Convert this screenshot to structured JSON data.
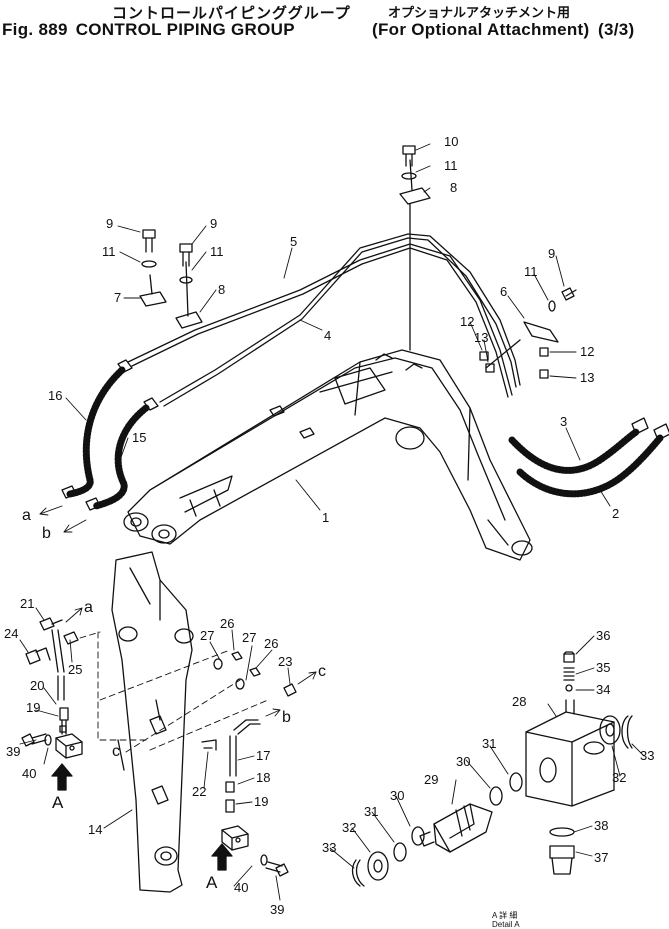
{
  "header": {
    "japanese_title": "コントロールパイピンググループ",
    "japanese_subtitle": "オプショナルアタッチメント用",
    "figure_number": "Fig. 889",
    "title": "CONTROL PIPING GROUP",
    "subtitle": "For Optional Attachment",
    "page": "(3/3)"
  },
  "detail": {
    "label_jp": "A 詳 細",
    "label_en": "Detail A"
  },
  "callouts": {
    "n1": "1",
    "n2": "2",
    "n3": "3",
    "n4": "4",
    "n5": "5",
    "n6": "6",
    "n7": "7",
    "n8": "8",
    "n9": "9",
    "n10": "10",
    "n11": "11",
    "n12": "12",
    "n13": "13",
    "n14": "14",
    "n15": "15",
    "n16": "16",
    "n17": "17",
    "n18": "18",
    "n19": "19",
    "n20": "20",
    "n21": "21",
    "n22": "22",
    "n23": "23",
    "n24": "24",
    "n25": "25",
    "n26": "26",
    "n27": "27",
    "n28": "28",
    "n29": "29",
    "n30": "30",
    "n31": "31",
    "n32": "32",
    "n33": "33",
    "n34": "34",
    "n35": "35",
    "n36": "36",
    "n37": "37",
    "n38": "38",
    "n39": "39",
    "n40": "40"
  },
  "refs": {
    "a": "a",
    "b": "b",
    "c": "c",
    "A": "A"
  }
}
